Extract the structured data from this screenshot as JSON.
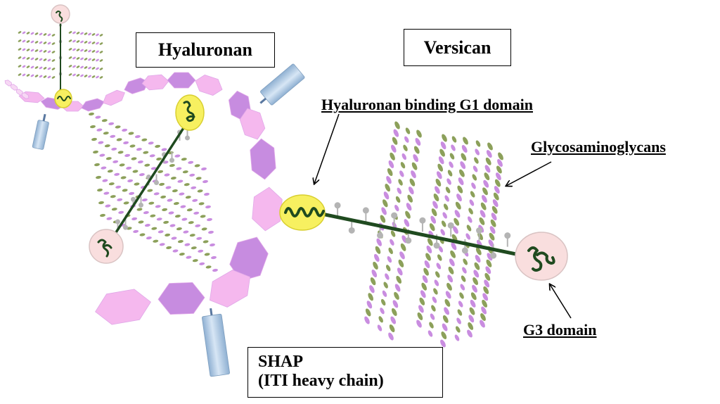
{
  "labels": {
    "hyaluronan": "Hyaluronan",
    "versican": "Versican",
    "g1_domain": "Hyaluronan binding G1 domain",
    "glycosaminoglycans": "Glycosaminoglycans",
    "g3_domain": "G3 domain",
    "shap_line1": "SHAP",
    "shap_line2": "(ITI heavy chain)"
  },
  "colors": {
    "hyaluronan_hex_light": "#f5b8ee",
    "hyaluronan_hex_dark": "#c78ce0",
    "shap_cylinder": "#b4cde6",
    "core_protein": "#1f4a1f",
    "g1_globe": "#f7f060",
    "g3_globe": "#f9dede",
    "gag_green": "#8ca05a",
    "gag_purple": "#c98de0",
    "linker_gray": "#b4b4b4"
  }
}
